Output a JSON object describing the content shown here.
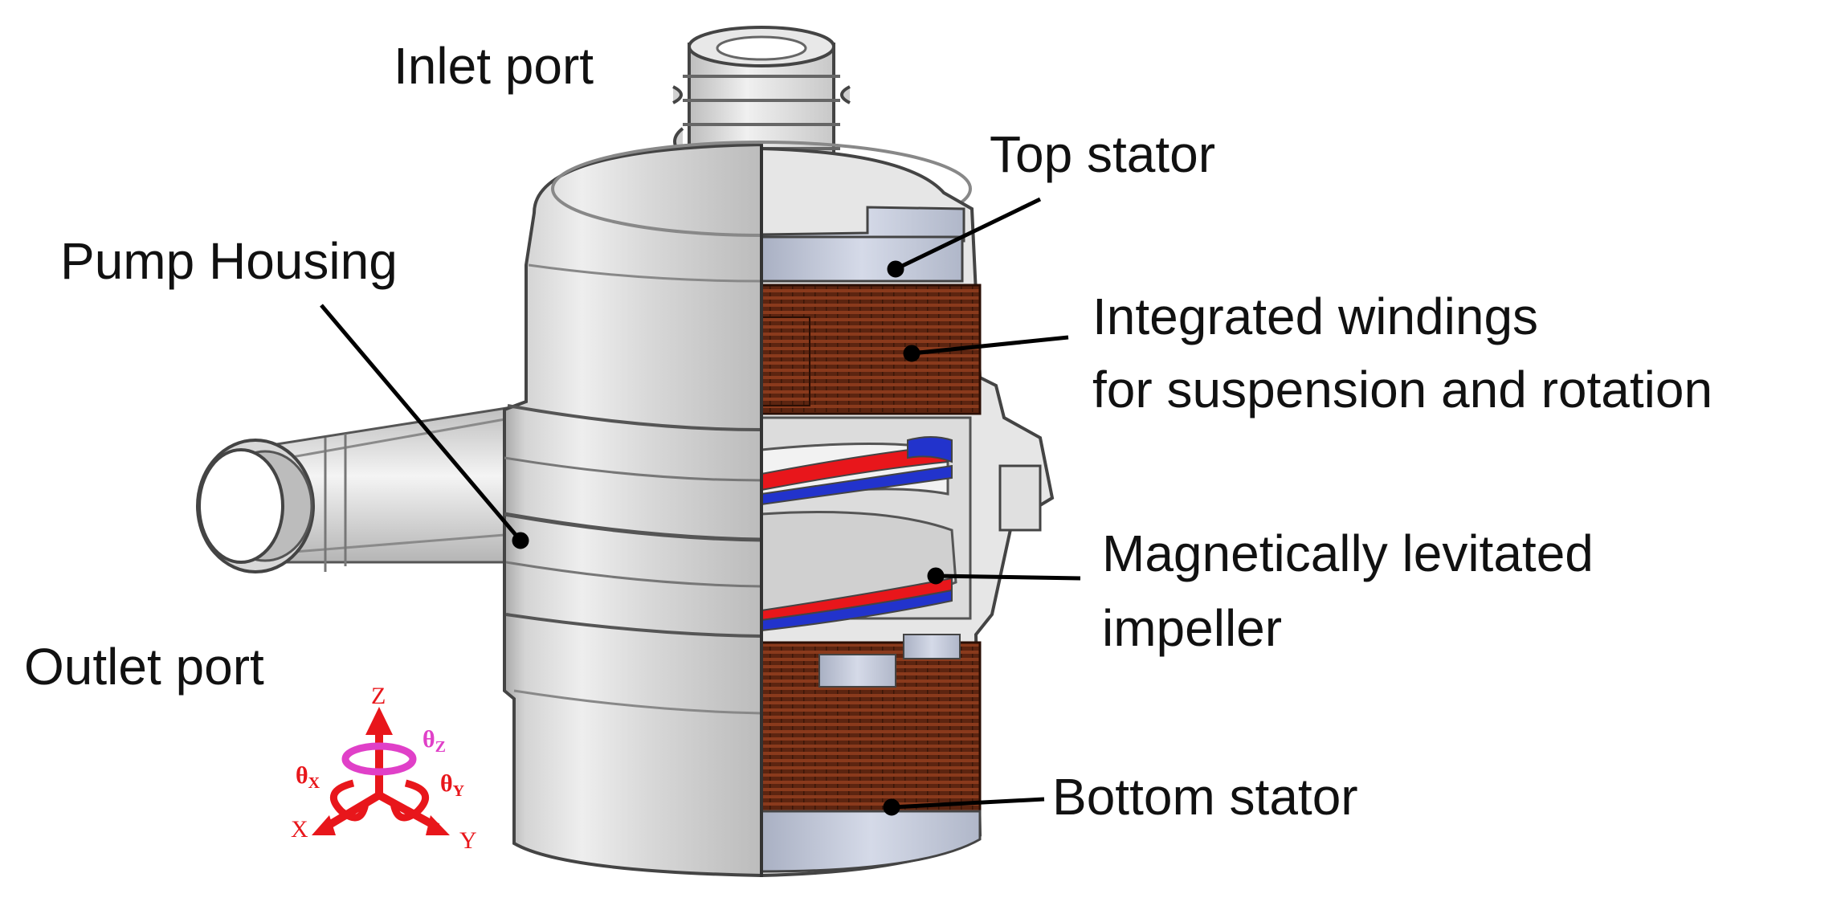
{
  "labels": {
    "inlet_port": "Inlet port",
    "top_stator": "Top stator",
    "pump_housing": "Pump Housing",
    "integrated_windings_line1": "Integrated windings",
    "integrated_windings_line2": "for suspension and rotation",
    "magnetically_levitated_line1": "Magnetically levitated",
    "magnetically_levitated_line2": "impeller",
    "outlet_port": "Outlet port",
    "bottom_stator": "Bottom stator"
  },
  "axes": {
    "z": "Z",
    "x": "X",
    "y": "Y",
    "theta_x_base": "θ",
    "theta_x_sub": "X",
    "theta_y_base": "θ",
    "theta_y_sub": "Y",
    "theta_z_base": "θ",
    "theta_z_sub": "Z"
  },
  "colors": {
    "housing": "#d6d6d6",
    "stator": "#c9d0e0",
    "winding": "#6b2a12",
    "magnet_red": "#e8161b",
    "magnet_blue": "#2233cc",
    "axis_red": "#e8161b",
    "axis_magenta": "#e040c8",
    "leader_line": "#000000"
  }
}
